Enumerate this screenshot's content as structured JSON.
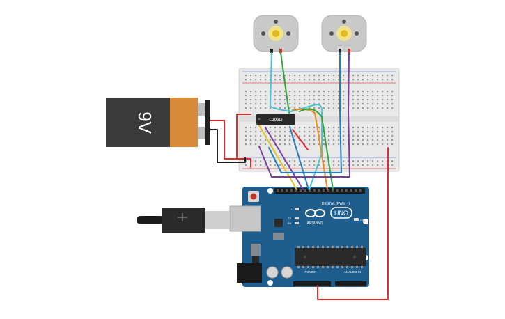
{
  "battery": {
    "label": "9V"
  },
  "chip": {
    "label": "L293D"
  },
  "arduino": {
    "logo_text": "UNO",
    "brand": "ARDUINO",
    "digital_label": "DIGITAL (PWM ~)",
    "power_label": "POWER",
    "analog_label": "ANALOG IN",
    "on_label": "ON",
    "tx_label": "TX",
    "rx_label": "RX",
    "l_label": "L"
  },
  "colors": {
    "red": "#e02b2b",
    "black": "#222222",
    "green": "#2fa43a",
    "cyan": "#4fc3d6",
    "blue": "#1f7fc4",
    "purple": "#7a3ea1",
    "yellow": "#e2c11f",
    "orange": "#ef8a1a",
    "board": "#1e5d8c"
  }
}
